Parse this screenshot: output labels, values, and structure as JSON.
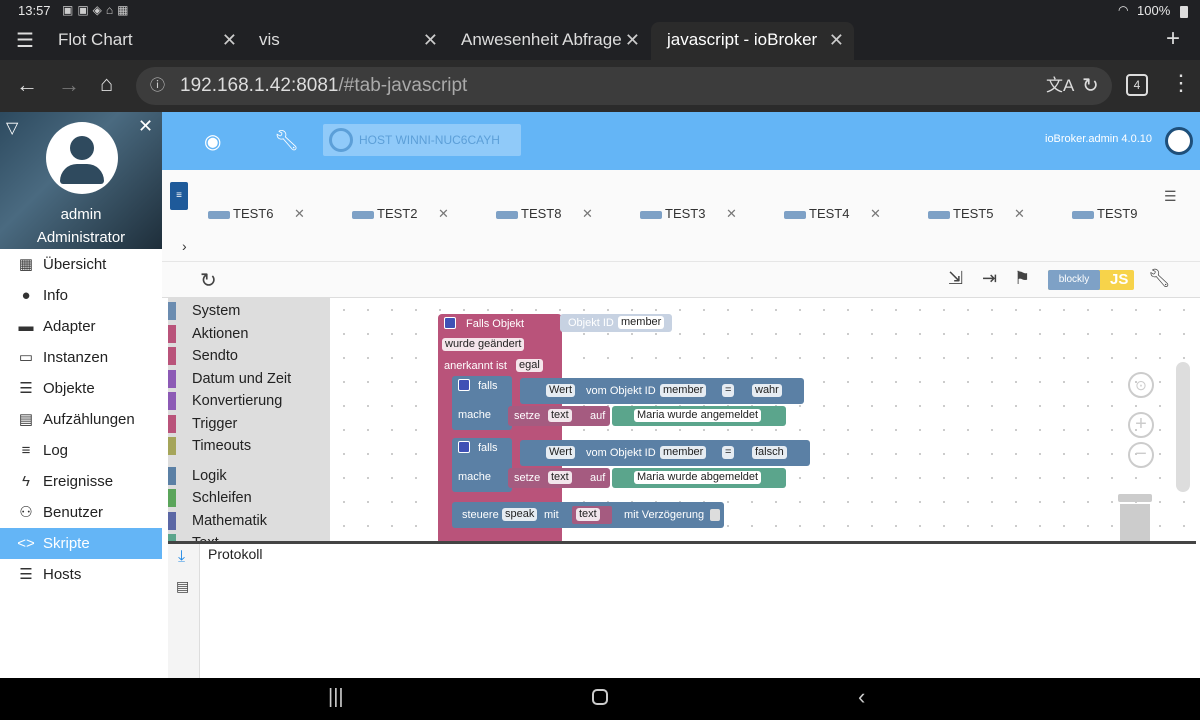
{
  "status": {
    "time": "13:57",
    "icons_left": [
      "message-icon",
      "battery-saver-icon",
      "wifi-plus-icon",
      "camera-icon",
      "grid-icon"
    ],
    "battery": "100%"
  },
  "browser_tabs": [
    {
      "title": "Flot Chart"
    },
    {
      "title": "vis"
    },
    {
      "title": "Anwesenheit Abfrage"
    },
    {
      "title": "javascript - ioBroker",
      "active": true
    }
  ],
  "url": {
    "host": "192.168.1.42:8081",
    "path": "/#tab-javascript"
  },
  "tab_count": "4",
  "user": {
    "name": "admin",
    "role": "Administrator"
  },
  "menu": [
    {
      "label": "Übersicht",
      "icon": "grid-icon"
    },
    {
      "label": "Info",
      "icon": "info-icon"
    },
    {
      "label": "Adapter",
      "icon": "store-icon"
    },
    {
      "label": "Instanzen",
      "icon": "instances-icon"
    },
    {
      "label": "Objekte",
      "icon": "list-icon"
    },
    {
      "label": "Aufzählungen",
      "icon": "enum-icon"
    },
    {
      "label": "Log",
      "icon": "log-icon"
    },
    {
      "label": "Ereignisse",
      "icon": "flash-icon"
    },
    {
      "label": "Benutzer",
      "icon": "user-icon"
    },
    {
      "label": "Skripte",
      "icon": "code-icon",
      "active": true
    },
    {
      "label": "Hosts",
      "icon": "hosts-icon"
    }
  ],
  "appbar": {
    "host_label": "HOST WINNI-NUC6CAYH",
    "version": "ioBroker.admin 4.0.10"
  },
  "script_tabs": [
    "TEST6",
    "TEST2",
    "TEST8",
    "TEST3",
    "TEST4",
    "TEST5",
    "TEST9"
  ],
  "editor_mode": {
    "blockly": "blockly",
    "js": "JS"
  },
  "categories": [
    {
      "label": "System",
      "color": "#6b8cb0"
    },
    {
      "label": "Aktionen",
      "color": "#b9537a"
    },
    {
      "label": "Sendto",
      "color": "#b9537a"
    },
    {
      "label": "Datum und Zeit",
      "color": "#8c5ab5"
    },
    {
      "label": "Konvertierung",
      "color": "#8c5ab5"
    },
    {
      "label": "Trigger",
      "color": "#b9537a"
    },
    {
      "label": "Timeouts",
      "color": "#a5a55a"
    },
    {
      "label": "Logik",
      "color": "#5b80a5"
    },
    {
      "label": "Schleifen",
      "color": "#5ba55b"
    },
    {
      "label": "Mathematik",
      "color": "#5b67a5"
    },
    {
      "label": "Text",
      "color": "#5ba58c"
    }
  ],
  "blocks": {
    "trigger": {
      "title": "Falls Objekt",
      "objid_label": "Objekt ID",
      "objid": "member",
      "event": "wurde geändert",
      "ack_label": "anerkannt ist",
      "ack": "egal"
    },
    "if1": {
      "falls": "falls",
      "wert": "Wert",
      "vom": "vom Objekt ID",
      "obj": "member",
      "op": "=",
      "val": "wahr",
      "mache": "mache",
      "setze": "setze",
      "var": "text",
      "auf": "auf",
      "str": "Maria wurde angemeldet"
    },
    "if2": {
      "falls": "falls",
      "wert": "Wert",
      "vom": "vom Objekt ID",
      "obj": "member",
      "op": "=",
      "val": "falsch",
      "mache": "mache",
      "setze": "setze",
      "var": "text",
      "auf": "auf",
      "str": "Maria wurde abgemeldet"
    },
    "control": {
      "steuere": "steuere",
      "target": "speak",
      "mit": "mit",
      "var": "text",
      "delay": "mit Verzögerung"
    }
  },
  "log": {
    "title": "Protokoll"
  },
  "colors": {
    "accent": "#64b5f6",
    "trigger": "#b9537a",
    "logic": "#5b80a5",
    "text": "#5ba58c",
    "variable": "#a55b80"
  }
}
